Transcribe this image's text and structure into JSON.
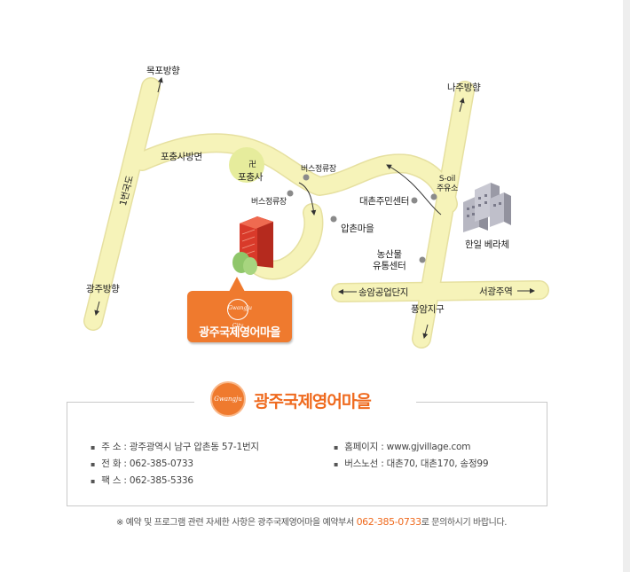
{
  "map": {
    "labels": {
      "mokpo": "목포방향",
      "naju": "나주방향",
      "gwangju_dir": "광주방향",
      "pochungsa_dir": "포충사방면",
      "pochungsa": "포충사",
      "bus_stop_1": "버스정류장",
      "bus_stop_2": "버스정류장",
      "daechon_center": "대촌주민센터",
      "soil": "S-oil\n주유소",
      "hanil": "한일 베라체",
      "apchon": "압촌마을",
      "nongsan": "농산물\n유통센터",
      "songam": "송암공업단지",
      "seogwangju": "서광주역",
      "pungam": "풍암지구",
      "national_road": "1번국도"
    },
    "temple_symbol": "卍"
  },
  "callout": {
    "logo_text": "Gwangju City",
    "title": "광주국제영어마을"
  },
  "info": {
    "logo_text": "Gwangju City",
    "title": "광주국제영어마을",
    "left": {
      "address": "주 소 : 광주광역시 남구 압촌동 57-1번지",
      "phone": "전 화 : 062-385-0733",
      "fax": "팩 스 : 062-385-5336"
    },
    "right": {
      "homepage": "홈페이지 : www.gjvillage.com",
      "bus": "버스노선 : 대촌70, 대촌170, 송정99"
    }
  },
  "note": {
    "before": "※ 예약 및 프로그램 관련 자세한 사항은 광주국제영어마을 예약부서 ",
    "phone": "062-385-0733",
    "after": "로 문의하시기 바랍니다."
  },
  "colors": {
    "road": "#f6f3b9",
    "road_stroke": "#e9e4a4",
    "accent": "#ef7a2e",
    "building_red": "#d93a2a",
    "green": "#8fc66a"
  }
}
